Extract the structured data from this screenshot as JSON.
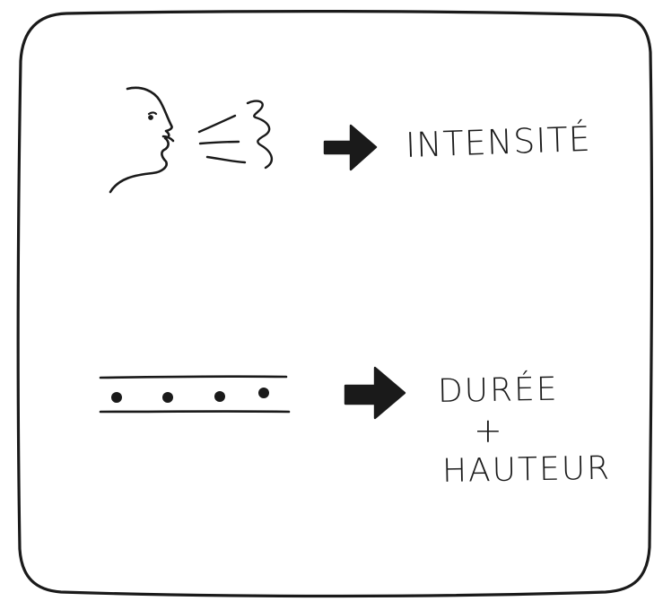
{
  "colors": {
    "ink": "#1a1a1a",
    "paper": "#ffffff"
  },
  "diagram": {
    "row1": {
      "icon": "face-blowing-icon",
      "breath": "breath-wind-icon",
      "arrow": "right-arrow-icon",
      "label": "INTENSITÉ"
    },
    "row2": {
      "icon": "dotted-staff-icon",
      "dot_count": 4,
      "arrow": "right-arrow-icon",
      "label_1": "DURÉE",
      "plus": "+",
      "label_2": "HAUTEUR"
    }
  }
}
